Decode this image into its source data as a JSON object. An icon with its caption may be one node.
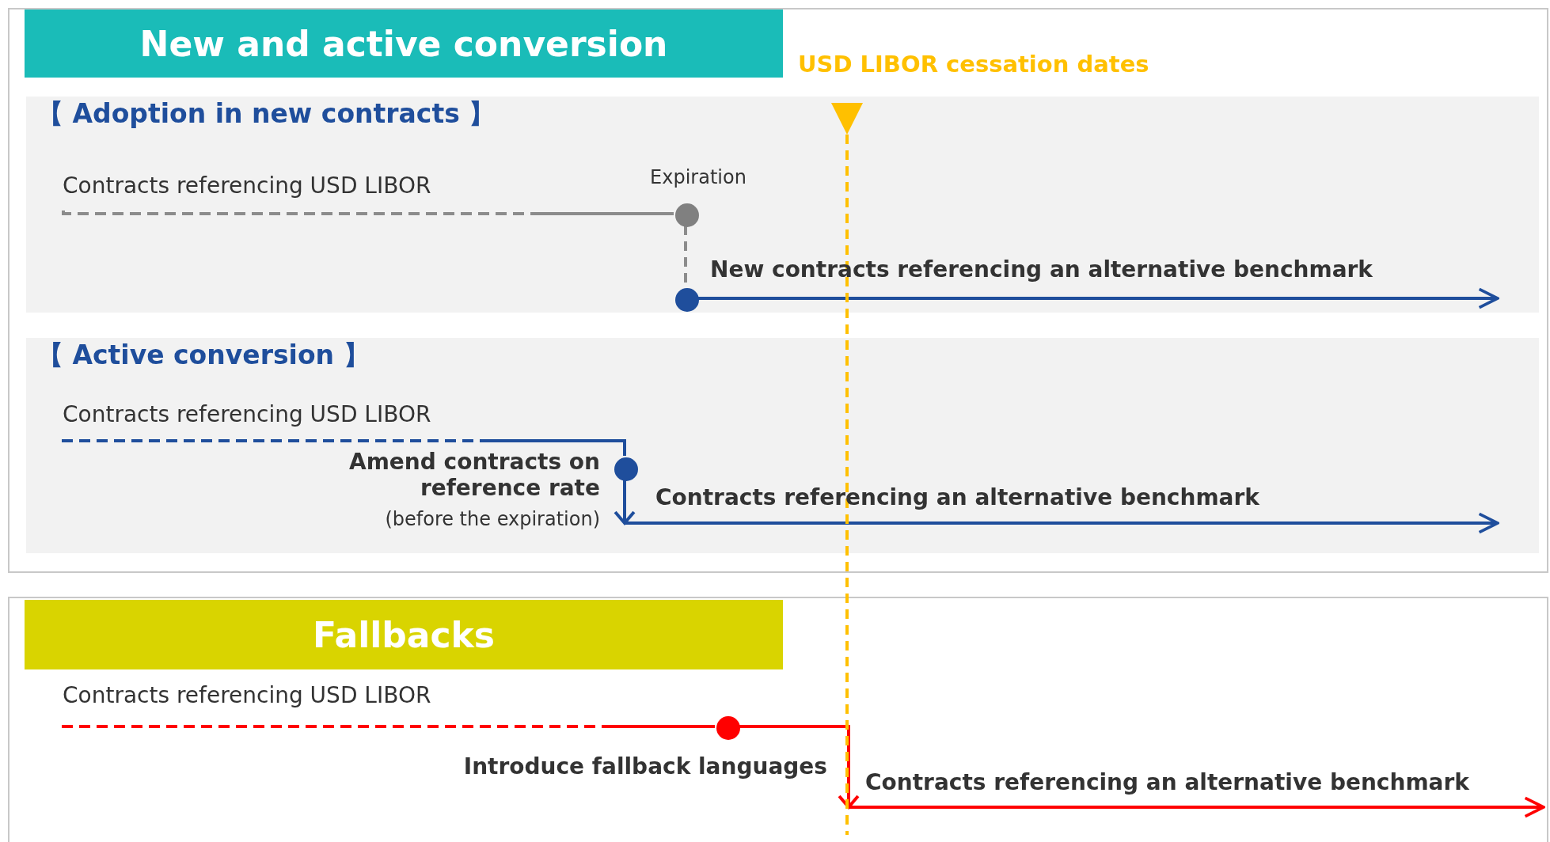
{
  "diagram": {
    "nodes": [
      {
        "text": [
          "New and active conversion"
        ]
      },
      {
        "text": [
          "【 Adoption in new contracts 】"
        ],
        "in": 0
      },
      {
        "text": [
          "Contracts referencing USD LIBOR"
        ],
        "in": 1
      },
      {
        "text": [],
        "shape": "circle",
        "beside": [
          "Expiration"
        ],
        "in": 1
      },
      {
        "text": [],
        "shape": "circle",
        "in": 1
      },
      {
        "text": [
          "【 Active conversion 】"
        ],
        "in": 0
      },
      {
        "text": [
          "Contracts referencing USD LIBOR"
        ],
        "in": 5
      },
      {
        "text": [],
        "shape": "circle",
        "beside": [
          "Amend contracts on reference rate",
          "(before the expiration)"
        ],
        "in": 5
      },
      {
        "text": [
          "Fallbacks"
        ]
      },
      {
        "text": [
          "Contracts referencing USD LIBOR"
        ],
        "in": 8
      },
      {
        "text": [],
        "shape": "circle",
        "beside": [
          "Introduce fallback languages"
        ],
        "in": 8
      }
    ],
    "edges": [
      {
        "from": 2,
        "to": 3,
        "arrow": "none",
        "style": "dashed",
        "color": "#8c8c8c"
      },
      {
        "from": 3,
        "to": 4,
        "arrow": "none",
        "style": "dashed",
        "color": "#8c8c8c"
      },
      {
        "from": 4,
        "to": null,
        "arrow": "to",
        "label": "New contracts referencing an alternative benchmark",
        "color": "#1f4e9c"
      },
      {
        "from": 6,
        "to": 7,
        "arrow": "none",
        "style": "dashed",
        "color": "#1f4e9c"
      },
      {
        "from": 7,
        "to": null,
        "arrow": "to",
        "label": "Contracts referencing an alternative benchmark",
        "color": "#1f4e9c"
      },
      {
        "from": 9,
        "to": 10,
        "arrow": "none",
        "style": "dashed",
        "color": "#ff0000"
      },
      {
        "from": 10,
        "to": null,
        "arrow": "to",
        "label": "Contracts referencing an alternative benchmark",
        "color": "#ff0000"
      }
    ],
    "labels": [
      "USD LIBOR cessation dates"
    ]
  }
}
